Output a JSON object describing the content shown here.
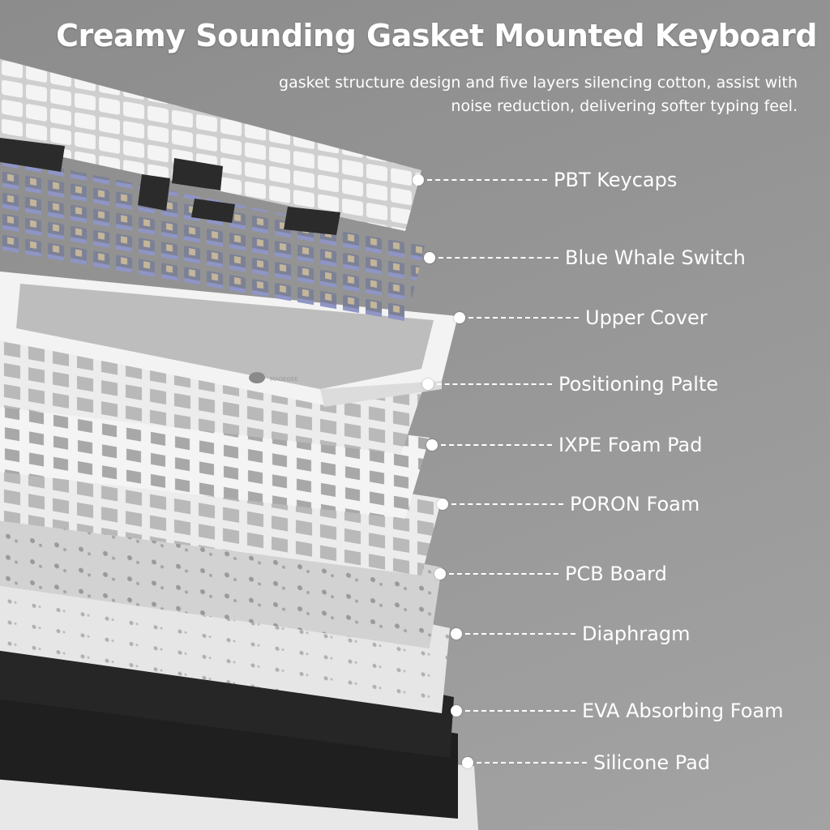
{
  "header": {
    "title": "Creamy Sounding Gasket Mounted Keyboard",
    "subtitle": "gasket structure design and five layers silencing cotton, assist with noise reduction, delivering softer typing feel."
  },
  "brand_logo_text": "MAGEGEE",
  "layers": [
    {
      "label": "PBT Keycaps"
    },
    {
      "label": "Blue Whale Switch"
    },
    {
      "label": "Upper Cover"
    },
    {
      "label": "Positioning Palte"
    },
    {
      "label": "IXPE Foam Pad"
    },
    {
      "label": "PORON Foam"
    },
    {
      "label": "PCB Board"
    },
    {
      "label": "Diaphragm"
    },
    {
      "label": "EVA Absorbing Foam"
    },
    {
      "label": "Silicone Pad"
    }
  ],
  "colors": {
    "background": "#969696",
    "label": "#ffffff",
    "eva_foam": "#1e1e1e",
    "keycap_white": "#f2f2f2",
    "keycap_dark": "#2b2b2b"
  }
}
